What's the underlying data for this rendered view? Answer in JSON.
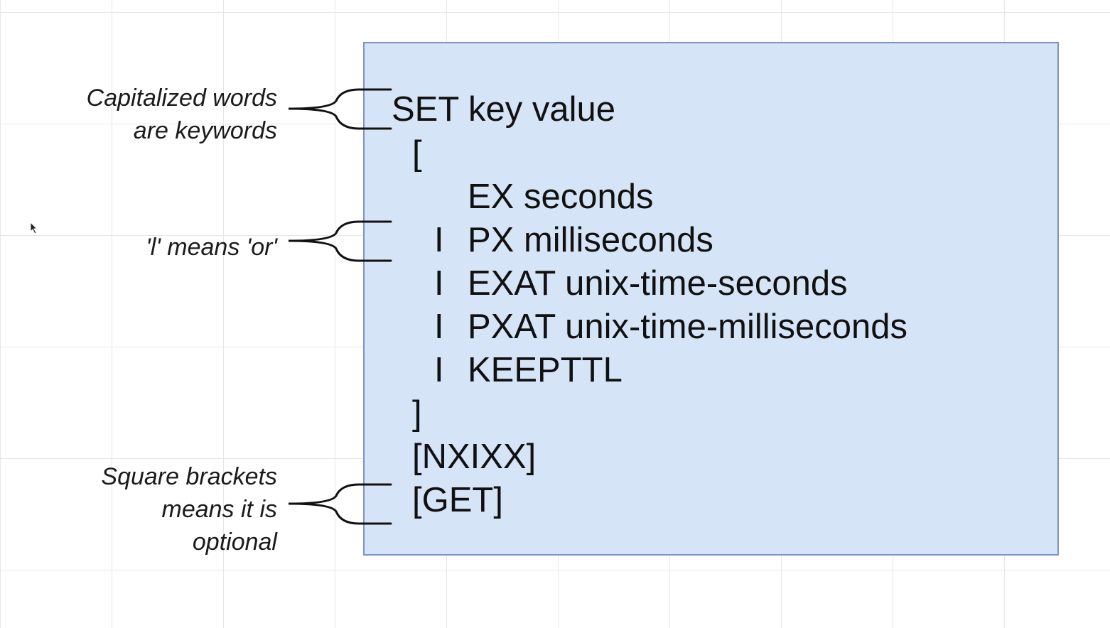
{
  "annotations": {
    "keywords": {
      "line1": "Capitalized words",
      "line2": "are keywords"
    },
    "pipe": {
      "line1": "'l' means 'or'"
    },
    "optional": {
      "line1": "Square brackets",
      "line2": "means it is",
      "line3": "optional"
    }
  },
  "syntax": {
    "set_line": "SET key value",
    "open_bracket": "[",
    "ex_option": "EX seconds",
    "px_option": "PX milliseconds",
    "exat_option": "EXAT unix-time-seconds",
    "pxat_option": "PXAT unix-time-milliseconds",
    "keepttl_option": "KEEPTTL",
    "close_bracket": "]",
    "nx_xx": "[NXIXX]",
    "get": "[GET]",
    "pipe_symbol": "I"
  },
  "colors": {
    "box_fill": "#d6e4f7",
    "box_border": "#7b93c6",
    "grid": "#e7e7e7"
  }
}
